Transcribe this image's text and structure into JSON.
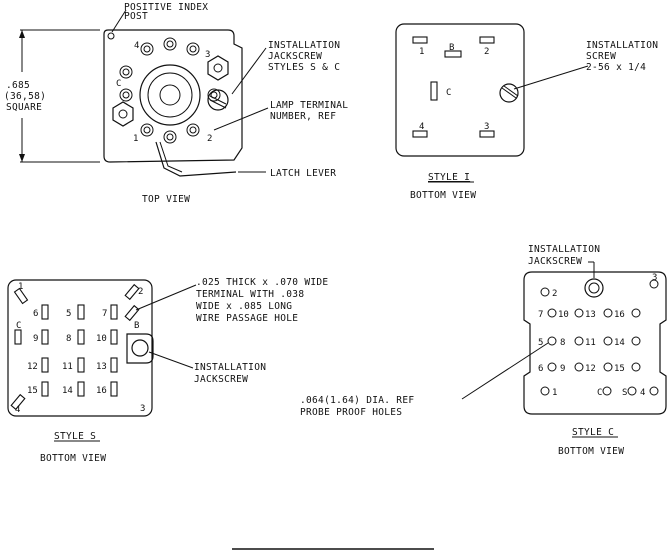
{
  "top_view": {
    "positive_index_post": [
      "POSITIVE INDEX",
      "POST"
    ],
    "dimension": [
      ".685",
      "(36,58)",
      "SQUARE"
    ],
    "installation_jackscrew": [
      "INSTALLATION",
      "JACKSCREW",
      "STYLES S & C"
    ],
    "lamp_terminal": [
      "LAMP TERMINAL",
      "NUMBER, REF"
    ],
    "latch_lever": "LATCH LEVER",
    "caption": "TOP VIEW",
    "pin_labels": {
      "p4": "4",
      "p3": "3",
      "pc": "C",
      "p1": "1",
      "p2": "2"
    }
  },
  "style_i": {
    "installation_screw": [
      "INSTALLATION",
      "SCREW",
      "2-56 x 1/4"
    ],
    "title": "STYLE I",
    "caption": "BOTTOM VIEW",
    "pin_labels": {
      "p1": "1",
      "pb": "B",
      "p2": "2",
      "pc": "C",
      "p4": "4",
      "p3": "3"
    }
  },
  "style_s": {
    "terminal_note": [
      ".025 THICK x .070 WIDE",
      "TERMINAL WITH .038",
      "WIDE x .085 LONG",
      "WIRE PASSAGE HOLE"
    ],
    "installation_jackscrew": [
      "INSTALLATION",
      "JACKSCREW"
    ],
    "title": "STYLE S",
    "caption": "BOTTOM VIEW",
    "corner_labels": {
      "c1": "1",
      "c2": "2",
      "c4": "4",
      "c3": "3",
      "cc": "C",
      "cb": "B"
    },
    "grid_labels": [
      "6",
      "5",
      "7",
      "9",
      "8",
      "10",
      "12",
      "11",
      "13",
      "15",
      "14",
      "16"
    ]
  },
  "style_c": {
    "installation_jackscrew": [
      "INSTALLATION",
      "JACKSCREW"
    ],
    "probe_note": [
      ".064(1.64) DIA. REF",
      "PROBE PROOF HOLES"
    ],
    "title": "STYLE C",
    "caption": "BOTTOM VIEW",
    "labels": {
      "r1": [
        "2",
        "3"
      ],
      "r2": [
        "7",
        "10",
        "13",
        "16"
      ],
      "r3": [
        "5",
        "8",
        "11",
        "14"
      ],
      "r4": [
        "6",
        "9",
        "12",
        "15"
      ],
      "r5": [
        "1",
        "C",
        "S",
        "4"
      ]
    }
  }
}
